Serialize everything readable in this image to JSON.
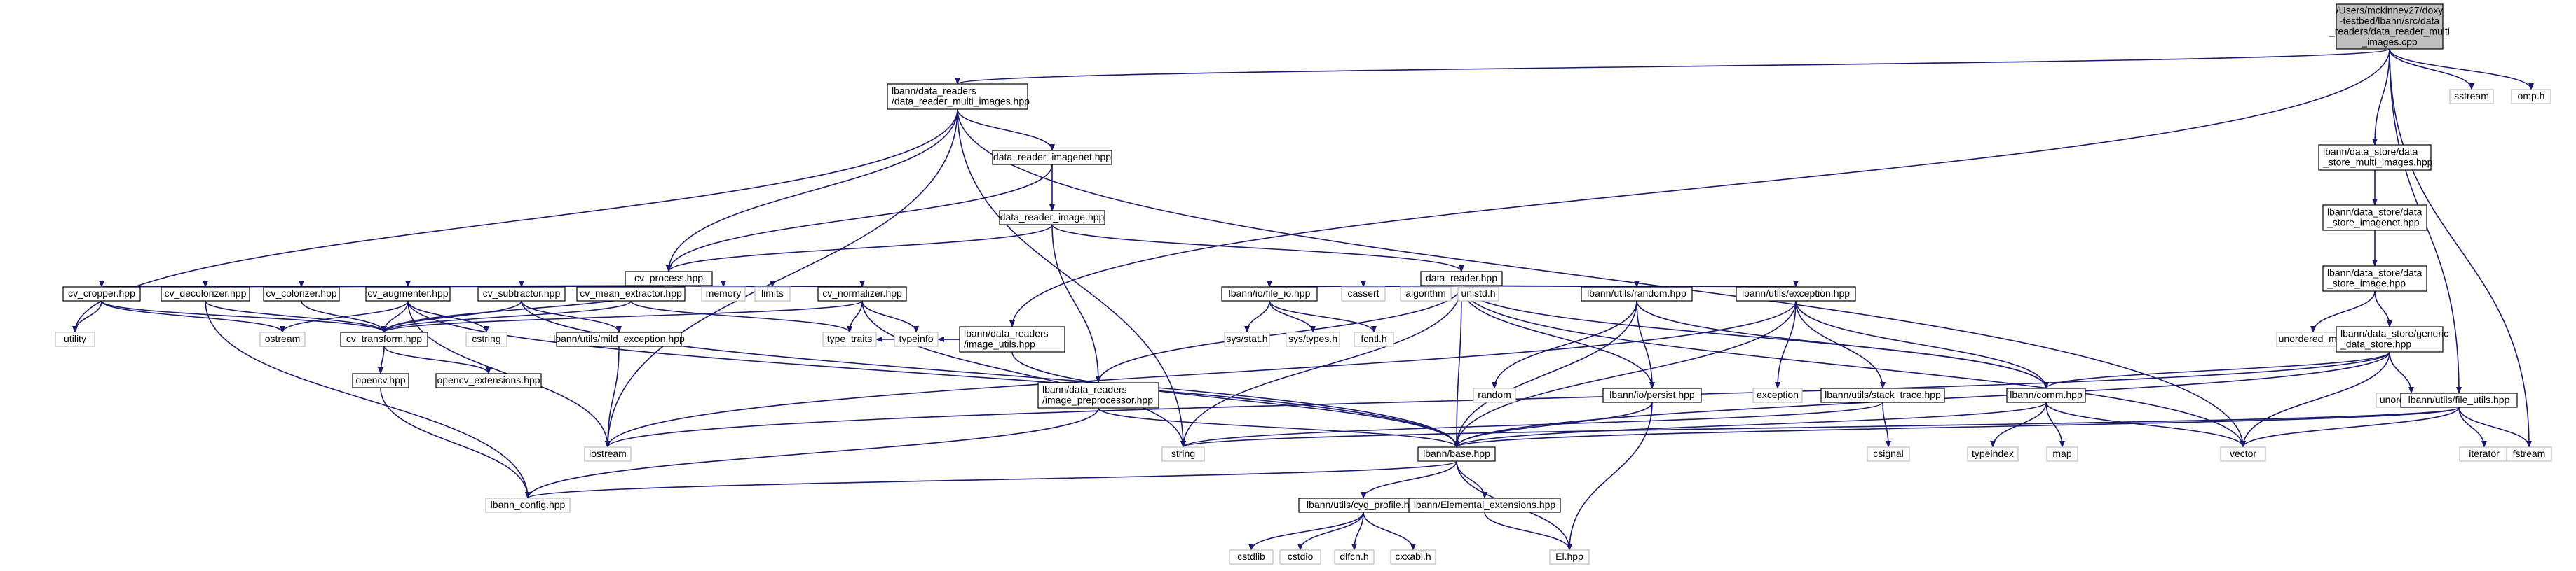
{
  "nodes": [
    {
      "id": "root",
      "lines": [
        "/Users/mckinney27/doxy",
        "-testbed/lbann/src/data",
        "_readers/data_reader_multi",
        "_images.cpp"
      ],
      "kind": "root"
    },
    {
      "id": "drmi",
      "lines": [
        "lbann/data_readers",
        "/data_reader_multi_images.hpp"
      ],
      "kind": "int"
    },
    {
      "id": "sstream",
      "lines": [
        "sstream"
      ],
      "kind": "ext"
    },
    {
      "id": "omp",
      "lines": [
        "omp.h"
      ],
      "kind": "ext"
    },
    {
      "id": "ds_multi",
      "lines": [
        "lbann/data_store/data",
        "_store_multi_images.hpp"
      ],
      "kind": "int"
    },
    {
      "id": "ds_imagenet",
      "lines": [
        "lbann/data_store/data",
        "_store_imagenet.hpp"
      ],
      "kind": "int"
    },
    {
      "id": "ds_image",
      "lines": [
        "lbann/data_store/data",
        "_store_image.hpp"
      ],
      "kind": "int"
    },
    {
      "id": "unordered_map",
      "lines": [
        "unordered_map"
      ],
      "kind": "ext"
    },
    {
      "id": "ds_generic",
      "lines": [
        "lbann/data_store/generic",
        "_data_store.hpp"
      ],
      "kind": "int"
    },
    {
      "id": "unordered_set",
      "lines": [
        "unordered_set"
      ],
      "kind": "ext"
    },
    {
      "id": "file_utils",
      "lines": [
        "lbann/utils/file_utils.hpp"
      ],
      "kind": "int"
    },
    {
      "id": "iterator",
      "lines": [
        "iterator"
      ],
      "kind": "ext"
    },
    {
      "id": "fstream",
      "lines": [
        "fstream"
      ],
      "kind": "ext"
    },
    {
      "id": "vector",
      "lines": [
        "vector"
      ],
      "kind": "ext"
    },
    {
      "id": "dr_imagenet",
      "lines": [
        "data_reader_imagenet.hpp"
      ],
      "kind": "int"
    },
    {
      "id": "dr_image",
      "lines": [
        "data_reader_image.hpp"
      ],
      "kind": "int"
    },
    {
      "id": "cv_process",
      "lines": [
        "cv_process.hpp"
      ],
      "kind": "int"
    },
    {
      "id": "data_reader",
      "lines": [
        "data_reader.hpp"
      ],
      "kind": "int"
    },
    {
      "id": "cv_cropper",
      "lines": [
        "cv_cropper.hpp"
      ],
      "kind": "int"
    },
    {
      "id": "cv_decolorizer",
      "lines": [
        "cv_decolorizer.hpp"
      ],
      "kind": "int"
    },
    {
      "id": "cv_colorizer",
      "lines": [
        "cv_colorizer.hpp"
      ],
      "kind": "int"
    },
    {
      "id": "cv_augmenter",
      "lines": [
        "cv_augmenter.hpp"
      ],
      "kind": "int"
    },
    {
      "id": "cv_subtractor",
      "lines": [
        "cv_subtractor.hpp"
      ],
      "kind": "int"
    },
    {
      "id": "cv_mean_extractor",
      "lines": [
        "cv_mean_extractor.hpp"
      ],
      "kind": "int"
    },
    {
      "id": "memory",
      "lines": [
        "memory"
      ],
      "kind": "ext"
    },
    {
      "id": "limits",
      "lines": [
        "limits"
      ],
      "kind": "ext"
    },
    {
      "id": "cv_normalizer",
      "lines": [
        "cv_normalizer.hpp"
      ],
      "kind": "int"
    },
    {
      "id": "image_utils",
      "lines": [
        "lbann/data_readers",
        "/image_utils.hpp"
      ],
      "kind": "int"
    },
    {
      "id": "utility",
      "lines": [
        "utility"
      ],
      "kind": "ext"
    },
    {
      "id": "ostream",
      "lines": [
        "ostream"
      ],
      "kind": "ext"
    },
    {
      "id": "cv_transform",
      "lines": [
        "cv_transform.hpp"
      ],
      "kind": "int"
    },
    {
      "id": "cstring",
      "lines": [
        "cstring"
      ],
      "kind": "ext"
    },
    {
      "id": "mild_exception",
      "lines": [
        "lbann/utils/mild_exception.hpp"
      ],
      "kind": "int"
    },
    {
      "id": "type_traits",
      "lines": [
        "type_traits"
      ],
      "kind": "ext"
    },
    {
      "id": "typeinfo",
      "lines": [
        "typeinfo"
      ],
      "kind": "ext"
    },
    {
      "id": "image_preproc",
      "lines": [
        "lbann/data_readers",
        "/image_preprocessor.hpp"
      ],
      "kind": "int"
    },
    {
      "id": "opencv",
      "lines": [
        "opencv.hpp"
      ],
      "kind": "int"
    },
    {
      "id": "opencv_ext",
      "lines": [
        "opencv_extensions.hpp"
      ],
      "kind": "int"
    },
    {
      "id": "iostream",
      "lines": [
        "iostream"
      ],
      "kind": "ext"
    },
    {
      "id": "lbann_config",
      "lines": [
        "lbann_config.hpp"
      ],
      "kind": "ext"
    },
    {
      "id": "file_io",
      "lines": [
        "lbann/io/file_io.hpp"
      ],
      "kind": "int"
    },
    {
      "id": "cassert",
      "lines": [
        "cassert"
      ],
      "kind": "ext"
    },
    {
      "id": "algorithm",
      "lines": [
        "algorithm"
      ],
      "kind": "ext"
    },
    {
      "id": "unistd",
      "lines": [
        "unistd.h"
      ],
      "kind": "ext"
    },
    {
      "id": "random_hpp",
      "lines": [
        "lbann/utils/random.hpp"
      ],
      "kind": "int"
    },
    {
      "id": "exception_hpp",
      "lines": [
        "lbann/utils/exception.hpp"
      ],
      "kind": "int"
    },
    {
      "id": "sys_stat",
      "lines": [
        "sys/stat.h"
      ],
      "kind": "ext"
    },
    {
      "id": "sys_types",
      "lines": [
        "sys/types.h"
      ],
      "kind": "ext"
    },
    {
      "id": "fcntl",
      "lines": [
        "fcntl.h"
      ],
      "kind": "ext"
    },
    {
      "id": "random",
      "lines": [
        "random"
      ],
      "kind": "ext"
    },
    {
      "id": "persist",
      "lines": [
        "lbann/io/persist.hpp"
      ],
      "kind": "int"
    },
    {
      "id": "exception",
      "lines": [
        "exception"
      ],
      "kind": "ext"
    },
    {
      "id": "stack_trace",
      "lines": [
        "lbann/utils/stack_trace.hpp"
      ],
      "kind": "int"
    },
    {
      "id": "comm",
      "lines": [
        "lbann/comm.hpp"
      ],
      "kind": "int"
    },
    {
      "id": "string",
      "lines": [
        "string"
      ],
      "kind": "ext"
    },
    {
      "id": "base",
      "lines": [
        "lbann/base.hpp"
      ],
      "kind": "int"
    },
    {
      "id": "csignal",
      "lines": [
        "csignal"
      ],
      "kind": "ext"
    },
    {
      "id": "typeindex",
      "lines": [
        "typeindex"
      ],
      "kind": "ext"
    },
    {
      "id": "map",
      "lines": [
        "map"
      ],
      "kind": "ext"
    },
    {
      "id": "cyg_profile",
      "lines": [
        "lbann/utils/cyg_profile.hpp"
      ],
      "kind": "int"
    },
    {
      "id": "elemental_ext",
      "lines": [
        "lbann/Elemental_extensions.hpp"
      ],
      "kind": "int"
    },
    {
      "id": "cstdlib",
      "lines": [
        "cstdlib"
      ],
      "kind": "ext"
    },
    {
      "id": "cstdio",
      "lines": [
        "cstdio"
      ],
      "kind": "ext"
    },
    {
      "id": "dlfcn",
      "lines": [
        "dlfcn.h"
      ],
      "kind": "ext"
    },
    {
      "id": "cxxabi",
      "lines": [
        "cxxabi.h"
      ],
      "kind": "ext"
    },
    {
      "id": "el",
      "lines": [
        "El.hpp"
      ],
      "kind": "ext"
    }
  ],
  "edges": [
    [
      "root",
      "drmi"
    ],
    [
      "root",
      "sstream"
    ],
    [
      "root",
      "omp"
    ],
    [
      "root",
      "ds_multi"
    ],
    [
      "root",
      "file_utils"
    ],
    [
      "root",
      "fstream"
    ],
    [
      "root",
      "image_utils"
    ],
    [
      "drmi",
      "dr_imagenet"
    ],
    [
      "drmi",
      "cv_process"
    ],
    [
      "drmi",
      "utility"
    ],
    [
      "drmi",
      "iostream"
    ],
    [
      "drmi",
      "vector"
    ],
    [
      "drmi",
      "string"
    ],
    [
      "dr_imagenet",
      "dr_image"
    ],
    [
      "dr_imagenet",
      "cv_process"
    ],
    [
      "dr_image",
      "cv_process"
    ],
    [
      "dr_image",
      "data_reader"
    ],
    [
      "dr_image",
      "image_preproc"
    ],
    [
      "ds_multi",
      "ds_imagenet"
    ],
    [
      "ds_imagenet",
      "ds_image"
    ],
    [
      "ds_image",
      "unordered_map"
    ],
    [
      "ds_image",
      "ds_generic"
    ],
    [
      "ds_generic",
      "unordered_set"
    ],
    [
      "ds_generic",
      "vector"
    ],
    [
      "ds_generic",
      "comm"
    ],
    [
      "ds_generic",
      "base"
    ],
    [
      "ds_generic",
      "iostream"
    ],
    [
      "file_utils",
      "iterator"
    ],
    [
      "file_utils",
      "fstream"
    ],
    [
      "file_utils",
      "vector"
    ],
    [
      "file_utils",
      "base"
    ],
    [
      "file_utils",
      "string"
    ],
    [
      "cv_process",
      "cv_cropper"
    ],
    [
      "cv_process",
      "cv_decolorizer"
    ],
    [
      "cv_process",
      "cv_colorizer"
    ],
    [
      "cv_process",
      "cv_augmenter"
    ],
    [
      "cv_process",
      "cv_subtractor"
    ],
    [
      "cv_process",
      "cv_mean_extractor"
    ],
    [
      "cv_process",
      "memory"
    ],
    [
      "cv_process",
      "limits"
    ],
    [
      "cv_process",
      "cv_normalizer"
    ],
    [
      "cv_process",
      "cv_transform"
    ],
    [
      "cv_cropper",
      "utility"
    ],
    [
      "cv_cropper",
      "ostream"
    ],
    [
      "cv_cropper",
      "cv_transform"
    ],
    [
      "cv_decolorizer",
      "cv_transform"
    ],
    [
      "cv_decolorizer",
      "lbann_config"
    ],
    [
      "cv_colorizer",
      "cv_transform"
    ],
    [
      "cv_augmenter",
      "cv_transform"
    ],
    [
      "cv_augmenter",
      "ostream"
    ],
    [
      "cv_augmenter",
      "cstring"
    ],
    [
      "cv_augmenter",
      "iostream"
    ],
    [
      "cv_augmenter",
      "base"
    ],
    [
      "cv_subtractor",
      "cv_transform"
    ],
    [
      "cv_subtractor",
      "mild_exception"
    ],
    [
      "cv_subtractor",
      "base"
    ],
    [
      "cv_mean_extractor",
      "cv_transform"
    ],
    [
      "cv_mean_extractor",
      "type_traits"
    ],
    [
      "cv_normalizer",
      "cv_transform"
    ],
    [
      "cv_normalizer",
      "typeinfo"
    ],
    [
      "cv_normalizer",
      "type_traits"
    ],
    [
      "cv_normalizer",
      "string"
    ],
    [
      "image_utils",
      "type_traits"
    ],
    [
      "image_utils",
      "typeinfo"
    ],
    [
      "image_utils",
      "base"
    ],
    [
      "cv_transform",
      "opencv"
    ],
    [
      "cv_transform",
      "opencv_ext"
    ],
    [
      "opencv",
      "lbann_config"
    ],
    [
      "mild_exception",
      "iostream"
    ],
    [
      "image_preproc",
      "lbann_config"
    ],
    [
      "image_preproc",
      "base"
    ],
    [
      "data_reader",
      "image_preproc"
    ],
    [
      "data_reader",
      "string"
    ],
    [
      "data_reader",
      "file_io"
    ],
    [
      "data_reader",
      "cassert"
    ],
    [
      "data_reader",
      "algorithm"
    ],
    [
      "data_reader",
      "unistd"
    ],
    [
      "data_reader",
      "random_hpp"
    ],
    [
      "data_reader",
      "exception_hpp"
    ],
    [
      "data_reader",
      "persist"
    ],
    [
      "data_reader",
      "comm"
    ],
    [
      "data_reader",
      "base"
    ],
    [
      "data_reader",
      "vector"
    ],
    [
      "file_io",
      "sys_stat"
    ],
    [
      "file_io",
      "sys_types"
    ],
    [
      "file_io",
      "fcntl"
    ],
    [
      "random_hpp",
      "random"
    ],
    [
      "random_hpp",
      "persist"
    ],
    [
      "random_hpp",
      "base"
    ],
    [
      "random_hpp",
      "comm"
    ],
    [
      "exception_hpp",
      "exception"
    ],
    [
      "exception_hpp",
      "stack_trace"
    ],
    [
      "exception_hpp",
      "comm"
    ],
    [
      "exception_hpp",
      "base"
    ],
    [
      "exception_hpp",
      "iostream"
    ],
    [
      "stack_trace",
      "csignal"
    ],
    [
      "stack_trace",
      "string"
    ],
    [
      "persist",
      "base"
    ],
    [
      "persist",
      "el"
    ],
    [
      "comm",
      "base"
    ],
    [
      "comm",
      "typeindex"
    ],
    [
      "comm",
      "map"
    ],
    [
      "comm",
      "vector"
    ],
    [
      "base",
      "lbann_config"
    ],
    [
      "base",
      "cyg_profile"
    ],
    [
      "base",
      "elemental_ext"
    ],
    [
      "base",
      "el"
    ],
    [
      "cyg_profile",
      "cstdlib"
    ],
    [
      "cyg_profile",
      "cstdio"
    ],
    [
      "cyg_profile",
      "dlfcn"
    ],
    [
      "cyg_profile",
      "cxxabi"
    ],
    [
      "elemental_ext",
      "el"
    ]
  ]
}
